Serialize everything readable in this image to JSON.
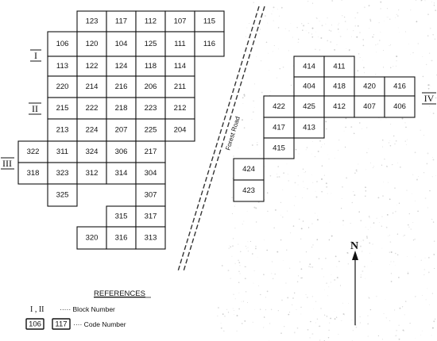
{
  "map": {
    "road_label": "Forest Road",
    "north_label": "N",
    "block_labels": [
      "I",
      "II",
      "III",
      "IV"
    ],
    "blocks": [
      {
        "id": "I",
        "cells": [
          {
            "code": "123",
            "col": 0,
            "row": 0
          },
          {
            "code": "117",
            "col": 1,
            "row": 0
          },
          {
            "code": "112",
            "col": 2,
            "row": 0
          },
          {
            "code": "107",
            "col": 3,
            "row": 0
          },
          {
            "code": "115",
            "col": 4,
            "row": 0
          },
          {
            "code": "106",
            "col": -1,
            "row": 1
          },
          {
            "code": "120",
            "col": 0,
            "row": 1
          },
          {
            "code": "104",
            "col": 1,
            "row": 1
          },
          {
            "code": "125",
            "col": 2,
            "row": 1
          },
          {
            "code": "111",
            "col": 3,
            "row": 1
          },
          {
            "code": "116",
            "col": 4,
            "row": 1
          },
          {
            "code": "113",
            "col": -1,
            "row": 2
          },
          {
            "code": "122",
            "col": 0,
            "row": 2
          },
          {
            "code": "124",
            "col": 1,
            "row": 2
          },
          {
            "code": "118",
            "col": 2,
            "row": 2
          },
          {
            "code": "114",
            "col": 3,
            "row": 2
          }
        ]
      },
      {
        "id": "II",
        "cells": [
          {
            "code": "220",
            "col": -1,
            "row": 3
          },
          {
            "code": "214",
            "col": 0,
            "row": 3
          },
          {
            "code": "216",
            "col": 1,
            "row": 3
          },
          {
            "code": "206",
            "col": 2,
            "row": 3
          },
          {
            "code": "211",
            "col": 3,
            "row": 3
          },
          {
            "code": "215",
            "col": -1,
            "row": 4
          },
          {
            "code": "222",
            "col": 0,
            "row": 4
          },
          {
            "code": "218",
            "col": 1,
            "row": 4
          },
          {
            "code": "223",
            "col": 2,
            "row": 4
          },
          {
            "code": "212",
            "col": 3,
            "row": 4
          },
          {
            "code": "213",
            "col": -1,
            "row": 5
          },
          {
            "code": "224",
            "col": 0,
            "row": 5
          },
          {
            "code": "207",
            "col": 1,
            "row": 5
          },
          {
            "code": "225",
            "col": 2,
            "row": 5
          },
          {
            "code": "204",
            "col": 3,
            "row": 5
          }
        ]
      },
      {
        "id": "III",
        "cells": [
          {
            "code": "322",
            "col": -2,
            "row": 6
          },
          {
            "code": "311",
            "col": -1,
            "row": 6
          },
          {
            "code": "324",
            "col": 0,
            "row": 6
          },
          {
            "code": "306",
            "col": 1,
            "row": 6
          },
          {
            "code": "217",
            "col": 2,
            "row": 6
          },
          {
            "code": "318",
            "col": -2,
            "row": 7
          },
          {
            "code": "323",
            "col": -1,
            "row": 7
          },
          {
            "code": "312",
            "col": 0,
            "row": 7
          },
          {
            "code": "314",
            "col": 1,
            "row": 7
          },
          {
            "code": "304",
            "col": 2,
            "row": 7
          },
          {
            "code": "325",
            "col": -1,
            "row": 8
          },
          {
            "code": "307",
            "col": 2,
            "row": 8
          },
          {
            "code": "315",
            "col": 1,
            "row": 9
          },
          {
            "code": "317",
            "col": 2,
            "row": 9
          },
          {
            "code": "320",
            "col": 0,
            "row": 10
          },
          {
            "code": "316",
            "col": 1,
            "row": 10
          },
          {
            "code": "313",
            "col": 2,
            "row": 10
          }
        ]
      },
      {
        "id": "IV",
        "cells": [
          {
            "code": "414",
            "col": 2,
            "row": 0
          },
          {
            "code": "411",
            "col": 3,
            "row": 0
          },
          {
            "code": "404",
            "col": 2,
            "row": 1
          },
          {
            "code": "418",
            "col": 3,
            "row": 1
          },
          {
            "code": "420",
            "col": 4,
            "row": 1
          },
          {
            "code": "416",
            "col": 5,
            "row": 1
          },
          {
            "code": "422",
            "col": 1,
            "row": 2
          },
          {
            "code": "425",
            "col": 2,
            "row": 2
          },
          {
            "code": "412",
            "col": 3,
            "row": 2
          },
          {
            "code": "407",
            "col": 4,
            "row": 2
          },
          {
            "code": "406",
            "col": 5,
            "row": 2
          },
          {
            "code": "417",
            "col": 1,
            "row": 3
          },
          {
            "code": "413",
            "col": 2,
            "row": 3
          },
          {
            "code": "415",
            "col": 1,
            "row": 4
          },
          {
            "code": "424",
            "col": 0,
            "row": 5
          },
          {
            "code": "423",
            "col": 0,
            "row": 6
          }
        ]
      }
    ]
  },
  "references": {
    "title": "REFERENCES",
    "block_example": "I , II",
    "block_text": "····· Block Number",
    "code_example_1": "106",
    "code_example_2": "117",
    "code_text": "···· Code Number"
  },
  "colors": {
    "ink": "#111111",
    "paper": "#ffffff",
    "speckle": "#8a8a8a"
  }
}
